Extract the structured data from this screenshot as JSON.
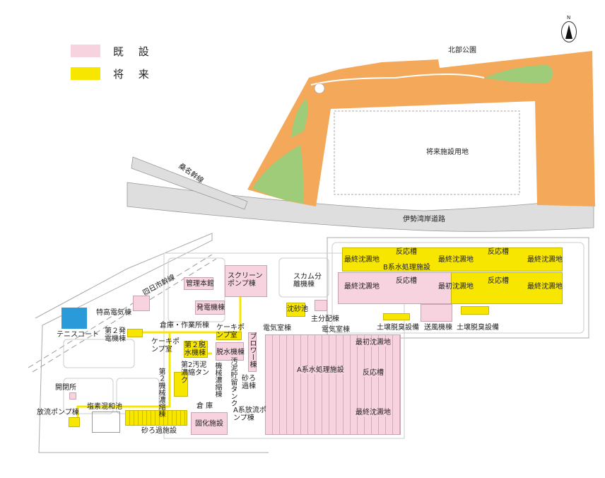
{
  "legend": [
    {
      "label": "既 設",
      "color": "#f7d3df"
    },
    {
      "label": "将 来",
      "color": "#f7e600"
    }
  ],
  "compass": {
    "label": "N",
    "icon": "north-arrow-icon"
  },
  "colors": {
    "existing": "#f7d3df",
    "future": "#f7e600",
    "park": "#f4a95a",
    "green": "#9fcc78",
    "road": "#dedede",
    "tennis": "#2b9ad8"
  },
  "areas": {
    "north_park": "北部公園",
    "future_site": "将来施設用地",
    "isewan_road": "伊勢湾岸道路",
    "kuwana_line": "桑名幹線",
    "yokkaichi_line": "四日市幹線"
  },
  "facilities": {
    "screen_pump": "スクリーンポンプ棟",
    "admin": "管理本館",
    "generator": "発電機棟",
    "special_hv": "特高電気棟",
    "tennis": "テニスコート",
    "gen2": "第２発電機棟",
    "warehouse_workshop": "倉庫・作業所棟",
    "cake_pump_right": "ケーキポンプ室",
    "cake_pump_left": "ケーキポンプ室",
    "dewater2": "第２脱水機棟",
    "dewater": "脱水機棟",
    "blower": "ブロワー棟",
    "scum": "スカム分離機棟",
    "grit": "沈砂池",
    "main_dist": "主分配棟",
    "elec1": "電気室棟",
    "elec2": "電気室棟",
    "sludge_tank2": "第2汚泥濃縮タンク",
    "thickener2": "第２機械濃縮棟",
    "mech_thick": "機械濃縮棟",
    "sludge_store": "汚泥貯留タンク",
    "sand_filter_bldg": "砂ろ過棟",
    "warehouse": "倉 庫",
    "solidify": "固化施設",
    "a_discharge": "A系放流ポンプ棟",
    "switch": "開閉所",
    "chlorine": "塩素混和池",
    "discharge_pump": "放流ポンプ棟",
    "sand_filter": "砂ろ過施設",
    "a_system": "A系水処理施設",
    "a_primary": "最初沈澱地",
    "a_reaction": "反応槽",
    "a_final": "最終沈澱地",
    "b_system": "B系水処理施設",
    "b_final_1": "最終沈澱地",
    "b_reaction_1": "反応槽",
    "b_final_2": "最終沈澱地",
    "b_reaction_2": "反応槽",
    "b_final_3": "最終沈澱地",
    "b_final_4": "最終沈澱地",
    "b_reaction_3": "反応槽",
    "b_primary": "最初沈澱地",
    "b_reaction_4": "反応槽",
    "b_final_5": "最終沈澱地",
    "soil_deodor_1": "土壌脱臭設備",
    "blower_bldg": "送風機棟",
    "soil_deodor_2": "土壌脱臭設備"
  }
}
